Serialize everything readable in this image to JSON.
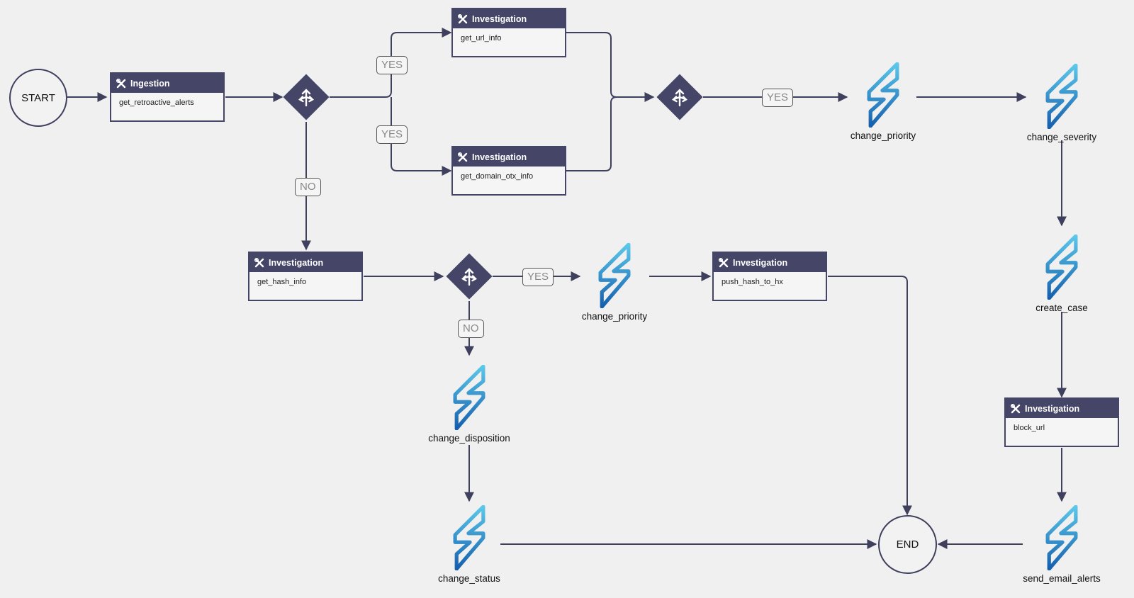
{
  "start_label": "START",
  "end_label": "END",
  "colors": {
    "node_dark": "#454568",
    "edge": "#3f3f5e",
    "lightning_light": "#48b6e0",
    "lightning_dark": "#1a62ad"
  },
  "tasks": {
    "ingestion": {
      "header": "Ingestion",
      "name": "get_retroactive_alerts"
    },
    "url_info": {
      "header": "Investigation",
      "name": "get_url_info"
    },
    "domain_otx": {
      "header": "Investigation",
      "name": "get_domain_otx_info"
    },
    "hash_info": {
      "header": "Investigation",
      "name": "get_hash_info"
    },
    "push_hash": {
      "header": "Investigation",
      "name": "push_hash_to_hx"
    },
    "block_url": {
      "header": "Investigation",
      "name": "block_url"
    }
  },
  "actions": {
    "change_priority_top": "change_priority",
    "change_severity": "change_severity",
    "create_case": "create_case",
    "change_priority_mid": "change_priority",
    "change_disposition": "change_disposition",
    "change_status": "change_status",
    "send_email_alerts": "send_email_alerts"
  },
  "branch_labels": {
    "yes_url": "YES",
    "yes_domain": "YES",
    "no_hash": "NO",
    "yes_merge": "YES",
    "yes_hash": "YES",
    "no_disposition": "NO"
  },
  "icons": {
    "task": "tools-icon",
    "decision": "split-arrows-icon",
    "action": "lightning-icon"
  }
}
